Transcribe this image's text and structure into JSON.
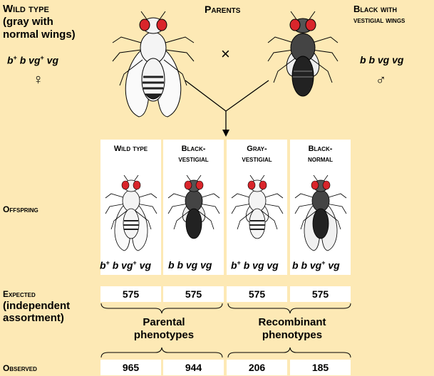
{
  "parents": {
    "heading": "Parents",
    "female": {
      "label_line1": "Wild type",
      "label_line2": "(gray with",
      "label_line3": "normal wings)",
      "genotype": {
        "b1": "b",
        "b1sup": "+",
        "b2": " b ",
        "v1": "vg",
        "v1sup": "+",
        "v2": " vg"
      },
      "sex_symbol": "♀"
    },
    "male": {
      "label_line1": "Black with",
      "label_line2": "vestigial wings",
      "genotype_text": "b b vg vg",
      "sex_symbol": "♂"
    },
    "cross_symbol": "×"
  },
  "offspring": {
    "row_label": "Offspring",
    "classes": [
      {
        "line1": "Wild type",
        "line2": "",
        "genotype_parts": [
          "b",
          "+",
          " b vg",
          "+",
          " vg"
        ],
        "body": "gray",
        "wings": "normal"
      },
      {
        "line1": "Black-",
        "line2": "vestigial",
        "genotype_text": "b b vg vg",
        "body": "black",
        "wings": "vestigial"
      },
      {
        "line1": "Gray-",
        "line2": "vestigial",
        "genotype_parts": [
          "b",
          "+",
          " b vg vg"
        ],
        "body": "gray",
        "wings": "vestigial"
      },
      {
        "line1": "Black-",
        "line2": "normal",
        "genotype_parts": [
          "b b vg",
          "+",
          " vg"
        ],
        "body": "black",
        "wings": "normal"
      }
    ]
  },
  "expected": {
    "label_line1": "Expected",
    "label_line2": "(independent",
    "label_line3": "assortment)",
    "values": [
      "575",
      "575",
      "575",
      "575"
    ]
  },
  "groups": {
    "parental_line1": "Parental",
    "parental_line2": "phenotypes",
    "recombinant_line1": "Recombinant",
    "recombinant_line2": "phenotypes"
  },
  "observed": {
    "label": "Observed",
    "values": [
      "965",
      "944",
      "206",
      "185"
    ]
  },
  "colors": {
    "background": "#fde9b5",
    "eye": "#d9252b",
    "black_body": "#333333",
    "gray_body": "#f4f4f4"
  }
}
